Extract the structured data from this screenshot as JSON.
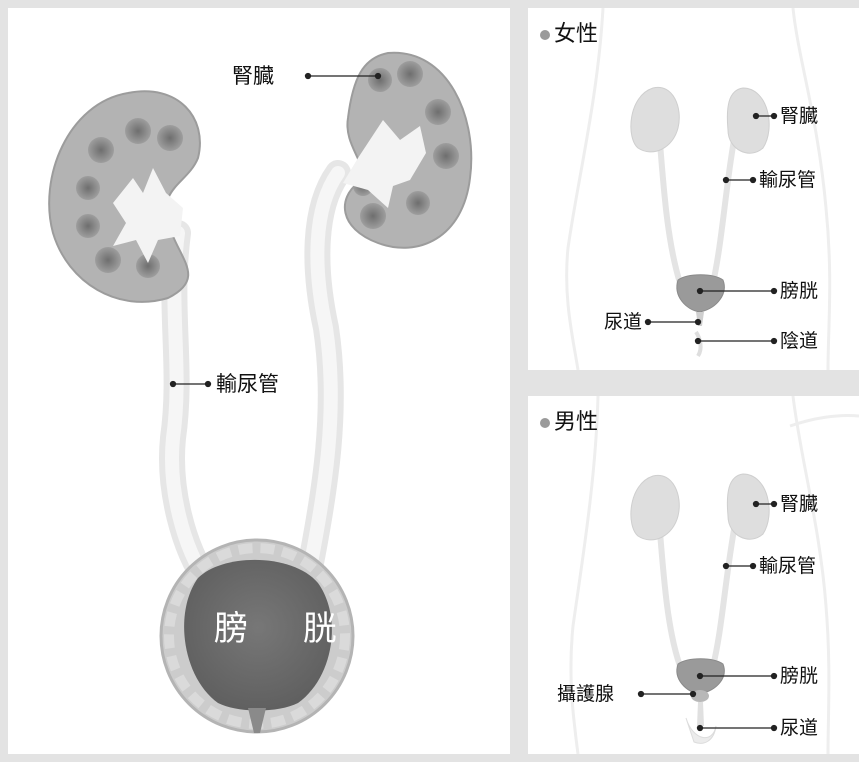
{
  "main": {
    "labels": {
      "kidney": "腎臓",
      "ureter": "輸尿管",
      "bladder": "膀 胱"
    }
  },
  "female": {
    "heading": "女性",
    "labels": {
      "kidney": "腎臓",
      "ureter": "輸尿管",
      "bladder": "膀胱",
      "urethra": "尿道",
      "vagina": "陰道"
    }
  },
  "male": {
    "heading": "男性",
    "labels": {
      "kidney": "腎臓",
      "ureter": "輸尿管",
      "bladder": "膀胱",
      "prostate": "攝護腺",
      "urethra": "尿道"
    }
  },
  "colors": {
    "background": "#e3e3e3",
    "panel": "#ffffff",
    "kidney": "#b3b3b3",
    "kidney_spot": "#7a7a7a",
    "bladder": "#6b6b6b",
    "bladder_wall": "#c9c9c9",
    "organ_light": "#dcdcdc"
  }
}
